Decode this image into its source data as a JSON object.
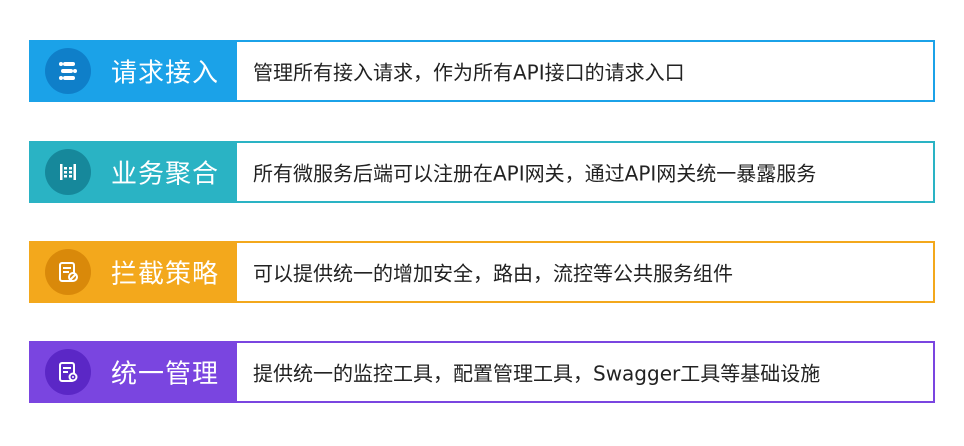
{
  "rows": [
    {
      "title": "请求接入",
      "description": "管理所有接入请求，作为所有API接口的请求入口",
      "icon": "flow-icon",
      "color": "#1ba2e8"
    },
    {
      "title": "业务聚合",
      "description": "所有微服务后端可以注册在API网关，通过API网关统一暴露服务",
      "icon": "merge-icon",
      "color": "#2ab3c4"
    },
    {
      "title": "拦截策略",
      "description": "可以提供统一的增加安全，路由，流控等公共服务组件",
      "icon": "document-block-icon",
      "color": "#f3a81c"
    },
    {
      "title": "统一管理",
      "description": "提供统一的监控工具，配置管理工具，Swagger工具等基础设施",
      "icon": "document-settings-icon",
      "color": "#7a45e0"
    }
  ]
}
